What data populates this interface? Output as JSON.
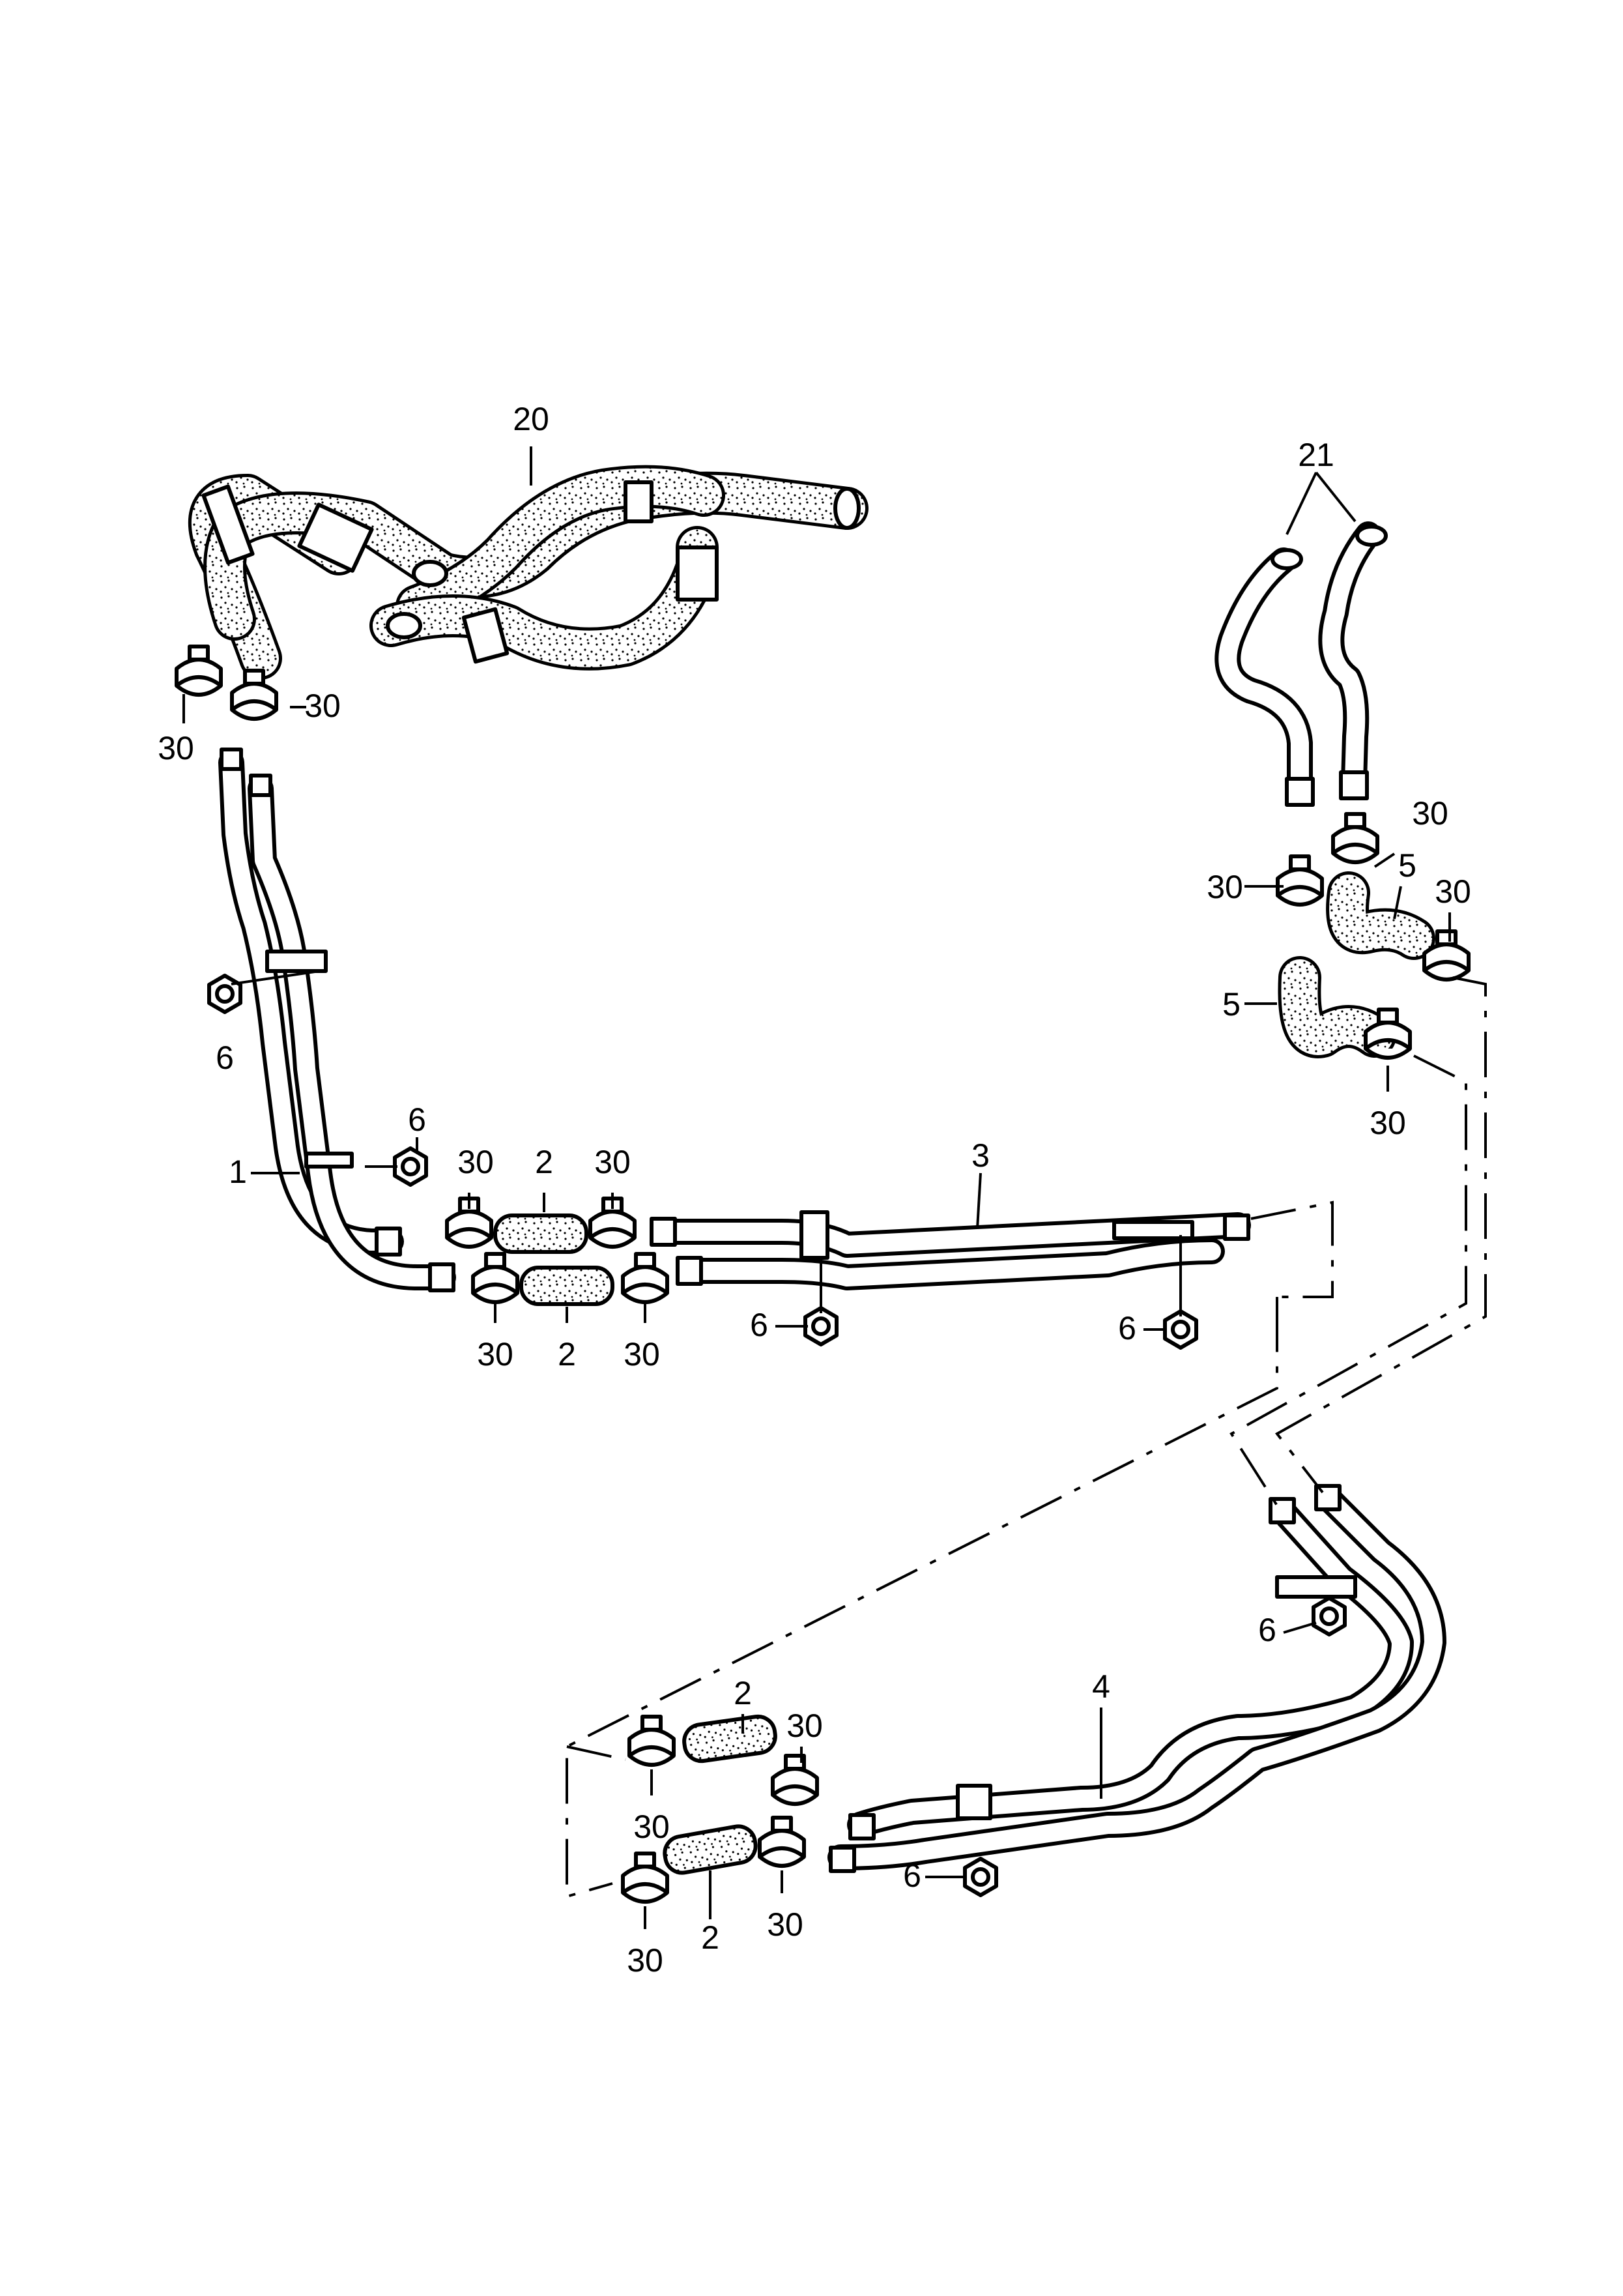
{
  "callouts": {
    "c20": "20",
    "c21": "21",
    "c30": "30",
    "c1": "1",
    "c2": "2",
    "c3": "3",
    "c4": "4",
    "c5": "5",
    "c6": "6"
  },
  "colors": {
    "line": "#000000",
    "background": "#ffffff"
  },
  "icons": [
    "hose-clamp-icon",
    "hose-sleeve-icon",
    "hex-nut-icon",
    "pipe-bracket-icon"
  ]
}
